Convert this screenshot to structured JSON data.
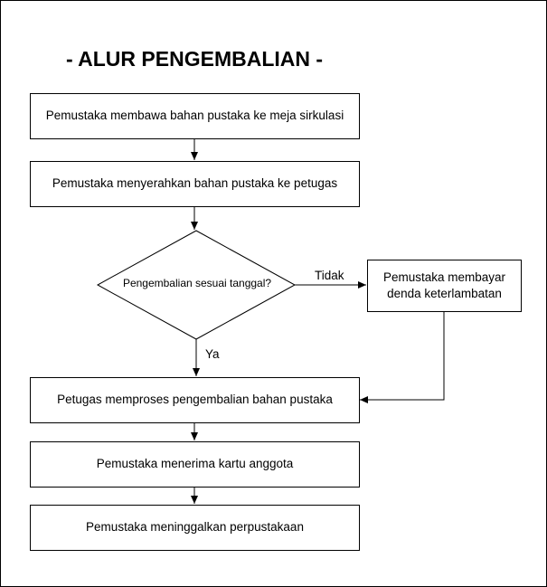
{
  "title": "- ALUR PENGEMBALIAN -",
  "steps": [
    "Pemustaka membawa bahan pustaka ke meja sirkulasi",
    "Pemustaka menyerahkan bahan pustaka ke petugas",
    "Petugas memproses pengembalian bahan pustaka",
    "Pemustaka menerima kartu anggota",
    "Pemustaka meninggalkan perpustakaan"
  ],
  "decision": {
    "question": "Pengembalian sesuai tanggal?",
    "no_label": "Tidak",
    "yes_label": "Ya"
  },
  "side_box": "Pemustaka membayar denda keterlambatan"
}
